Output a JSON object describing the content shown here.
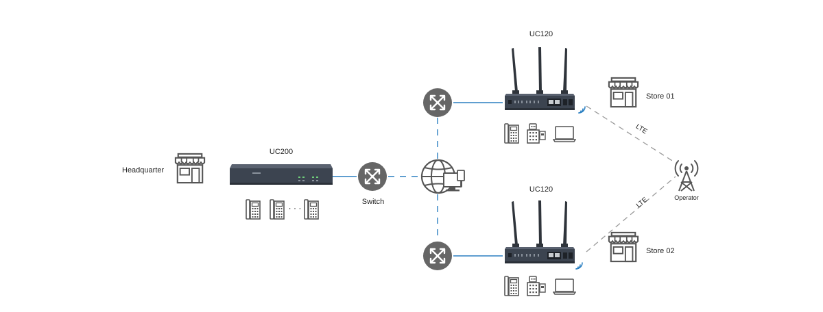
{
  "labels": {
    "headquarter": "Headquarter",
    "uc200": "UC200",
    "switch": "Switch",
    "uc120_top": "UC120",
    "uc120_bottom": "UC120",
    "store01": "Store 01",
    "store02": "Store 02",
    "operator": "Operator",
    "lte_top": "LTE",
    "lte_bottom": "LTE",
    "ellipsis": "· · ·"
  },
  "colors": {
    "line_blue": "#2a7fc1",
    "dash_blue": "#2a7fc1",
    "dash_gray": "#9a9a9a",
    "node_gray": "#666666",
    "device_dark": "#3c4450",
    "icon_gray": "#555555",
    "wifi_blue": "#2a7fc1"
  }
}
